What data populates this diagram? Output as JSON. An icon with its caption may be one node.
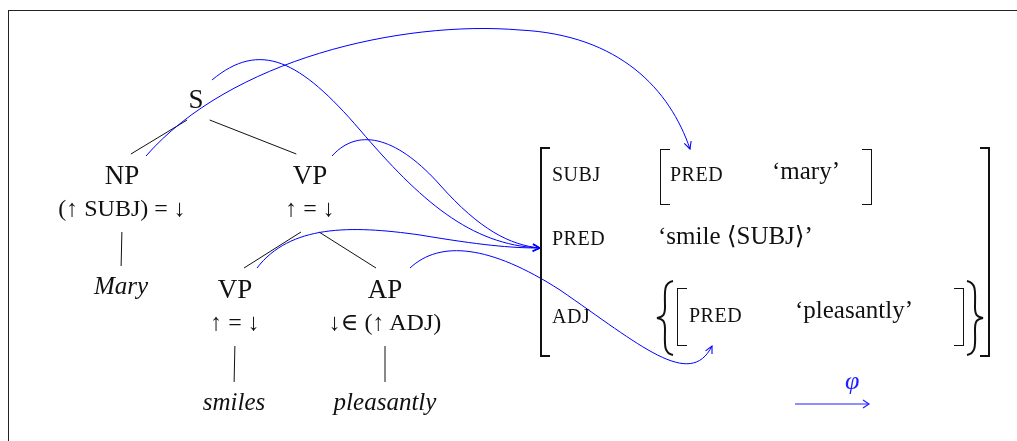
{
  "diagram": {
    "nodes": [
      {
        "text": [
          "S"
        ]
      },
      {
        "text": [
          "NP",
          "(↑ SUBJ) = ↓"
        ]
      },
      {
        "text": [
          "VP",
          "↑ = ↓"
        ]
      },
      {
        "text": [
          "Mary"
        ]
      },
      {
        "text": [
          "VP",
          "↑ = ↓"
        ]
      },
      {
        "text": [
          "AP",
          "↓∈ (↑ ADJ)"
        ]
      },
      {
        "text": [
          "smiles"
        ]
      },
      {
        "text": [
          "pleasantly"
        ]
      },
      {
        "text": [
          "SUBJ",
          "PRED",
          "‘smile ⟨SUBJ⟩’",
          "ADJ"
        ]
      },
      {
        "text": [
          "PRED",
          "‘mary’"
        ],
        "in": 8
      },
      {
        "text": [
          "PRED",
          "‘pleasantly’"
        ],
        "in": 8
      }
    ],
    "edges": [
      {
        "from": 0,
        "to": 1,
        "arrow": "none"
      },
      {
        "from": 0,
        "to": 2,
        "arrow": "none"
      },
      {
        "from": 1,
        "to": 3,
        "arrow": "none"
      },
      {
        "from": 2,
        "to": 4,
        "arrow": "none"
      },
      {
        "from": 2,
        "to": 5,
        "arrow": "none"
      },
      {
        "from": 4,
        "to": 6,
        "arrow": "none"
      },
      {
        "from": 5,
        "to": 7,
        "arrow": "none"
      },
      {
        "from": 0,
        "to": 8,
        "arrow": "to",
        "color": "#0000ff"
      },
      {
        "from": 1,
        "to": 9,
        "arrow": "to",
        "color": "#0000ff"
      },
      {
        "from": 2,
        "to": 8,
        "arrow": "to",
        "color": "#0000ff"
      },
      {
        "from": 4,
        "to": 8,
        "arrow": "to",
        "color": "#0000ff"
      },
      {
        "from": 5,
        "to": 10,
        "arrow": "to",
        "color": "#0000ff"
      }
    ],
    "labels": [
      "φ"
    ]
  }
}
